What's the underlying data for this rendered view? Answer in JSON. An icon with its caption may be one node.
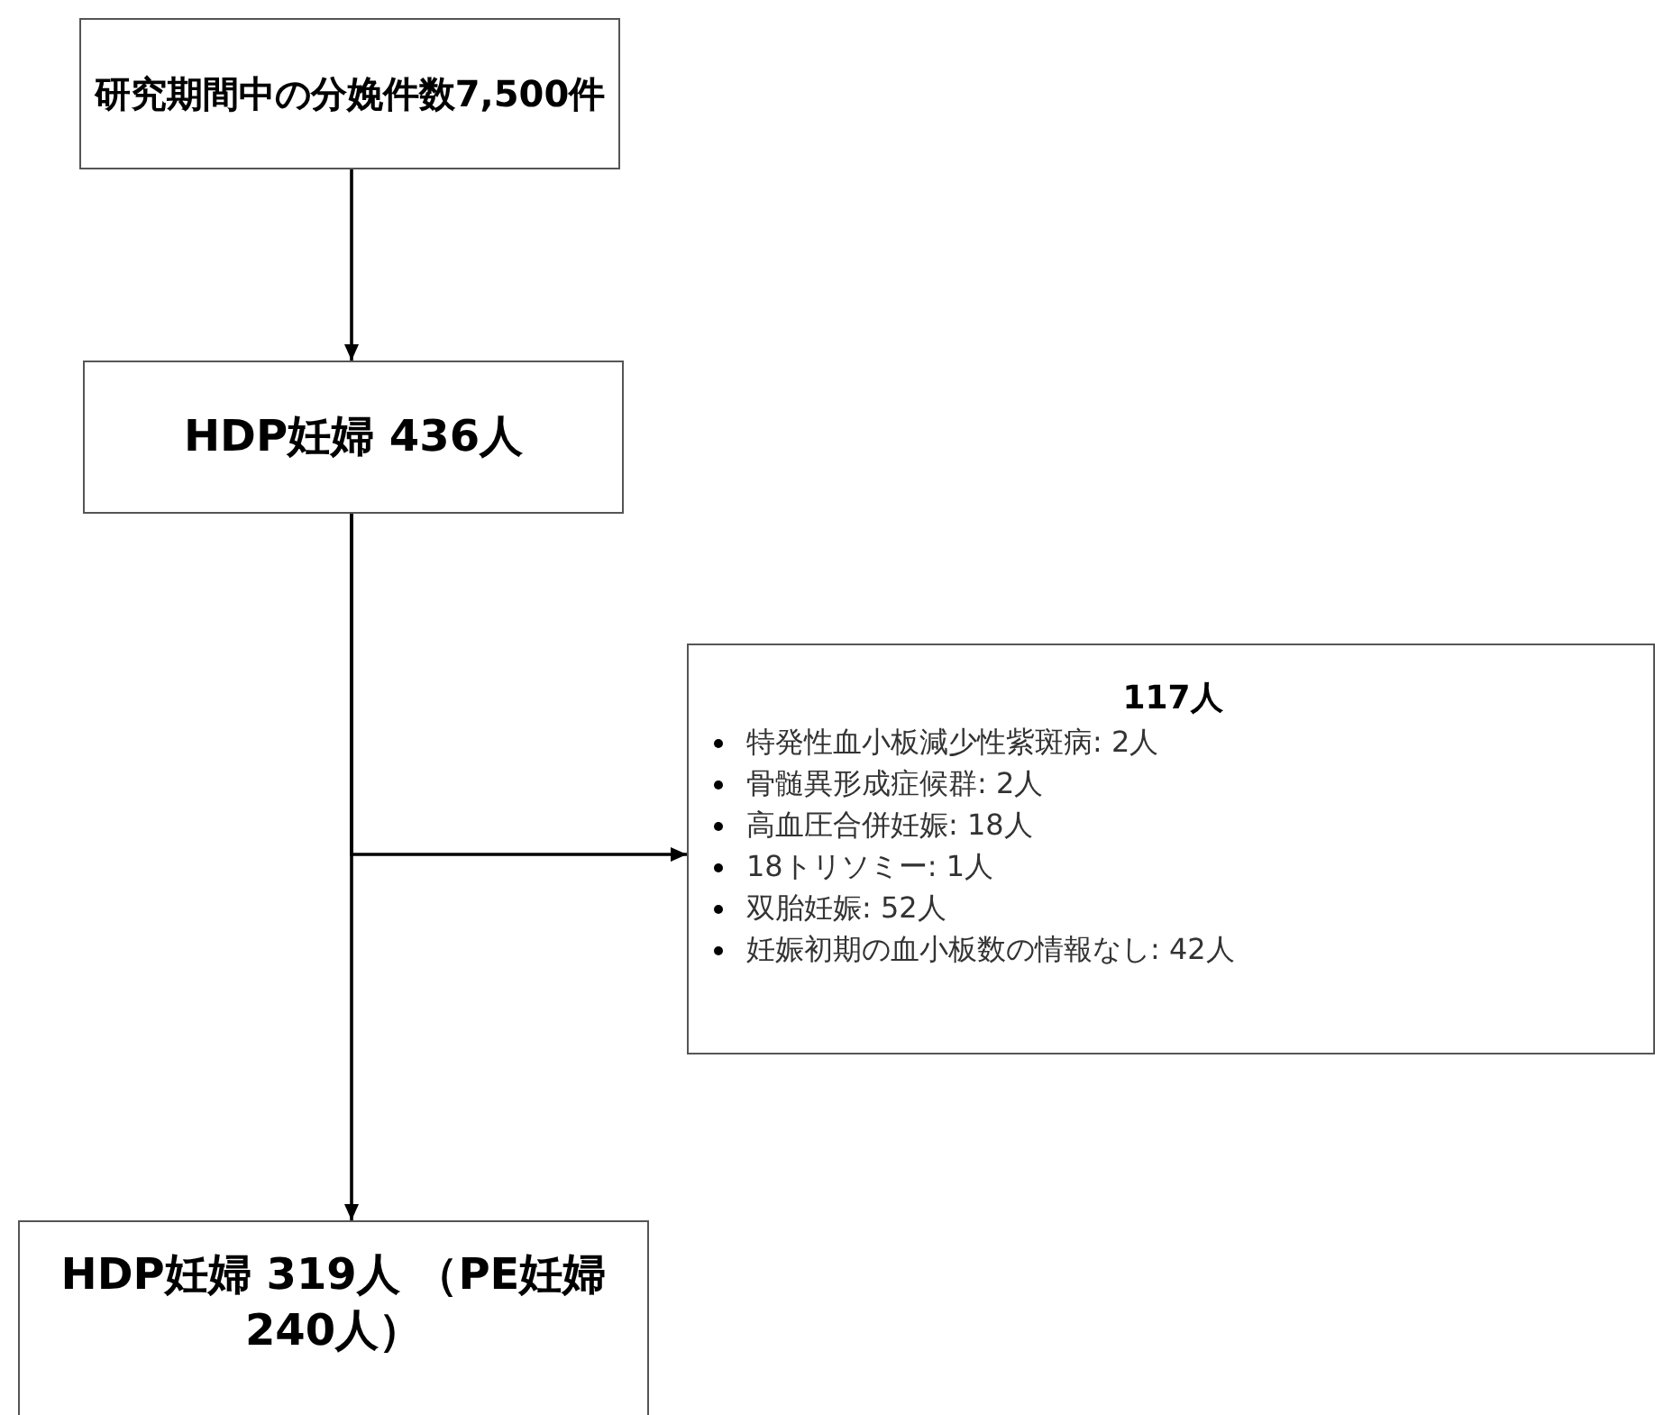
{
  "diagram": {
    "nodes": [
      {
        "text": [
          "研究期間中の分娩件数7,500件"
        ]
      },
      {
        "text": [
          "HDP妊婦 436人"
        ]
      },
      {
        "text": [
          "117人",
          "特発性血小板減少性紫斑病: 2人",
          "骨髄異形成症候群: 2人",
          "高血圧合併妊娠: 18人",
          "18トリソミー: 1人",
          "双胎妊娠: 52人",
          "妊娠初期の血小板数の情報なし: 42人"
        ]
      },
      {
        "text": [
          "HDP妊婦 319人 （PE妊婦 240人）"
        ]
      }
    ],
    "edges": [
      {
        "from": 0,
        "to": 1,
        "arrow": "to"
      },
      {
        "from": 1,
        "to": 3,
        "arrow": "to"
      },
      {
        "from": 1,
        "to": 2,
        "arrow": "to"
      }
    ]
  }
}
